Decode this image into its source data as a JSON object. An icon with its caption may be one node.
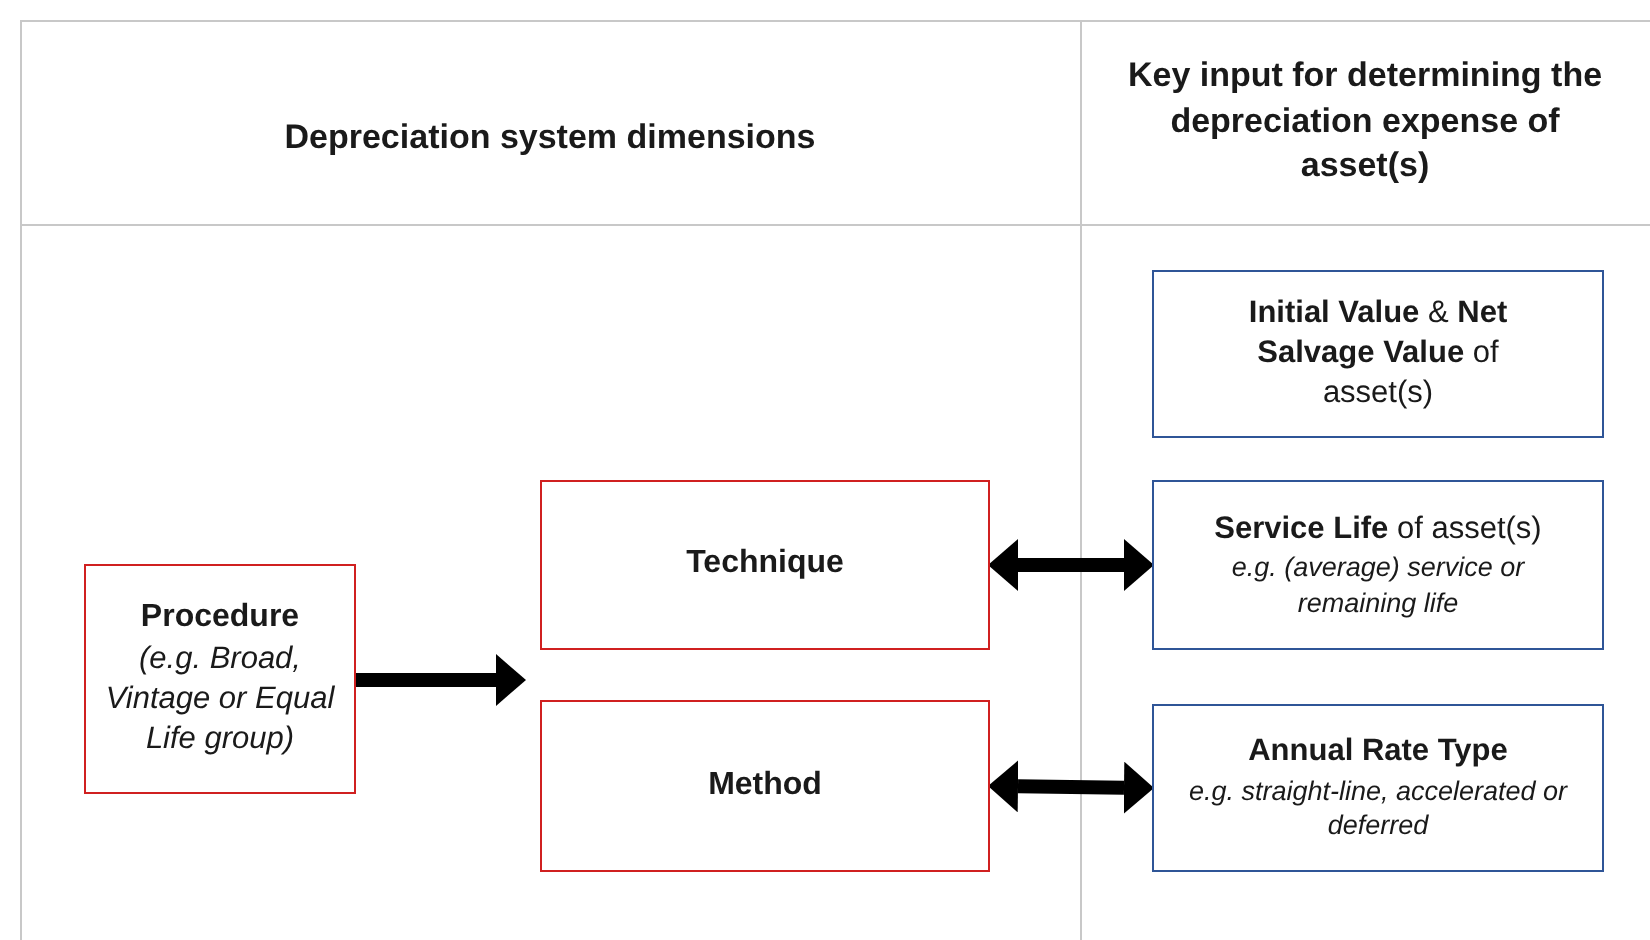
{
  "diagram": {
    "nodes": [
      {
        "text": [
          "Procedure",
          "(e.g. Broad, Vintage or Equal Life group)"
        ]
      },
      {
        "text": [
          "Technique"
        ]
      },
      {
        "text": [
          "Method"
        ]
      },
      {
        "text": [
          "**Initial Value** & **Net Salvage Value** of asset(s)"
        ]
      },
      {
        "text": [
          "**Service Life** of asset(s)",
          "e.g. (average) service or remaining life"
        ]
      },
      {
        "text": [
          "Annual Rate Type",
          "e.g. straight-line, accelerated or deferred"
        ]
      }
    ],
    "edges": [
      {
        "from": 0,
        "to": 1,
        "arrow": "to"
      },
      {
        "from": 1,
        "to": 4,
        "arrow": "both"
      },
      {
        "from": 2,
        "to": 5,
        "arrow": "both"
      }
    ],
    "labels": [
      "Depreciation system dimensions",
      "Key input for determining the depreciation expense of asset(s)"
    ]
  }
}
